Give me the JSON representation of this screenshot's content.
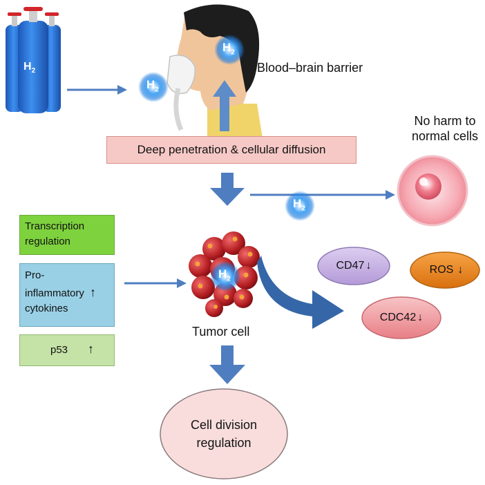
{
  "h2_symbol": "H",
  "h2_subscript": "2",
  "labels": {
    "blood_brain_barrier": "Blood–brain barrier",
    "deep_penetration": "Deep penetration & cellular diffusion",
    "no_harm_line1": "No harm to",
    "no_harm_line2": "normal cells",
    "tumor_cell": "Tumor cell",
    "cell_division_line1": "Cell division",
    "cell_division_line2": "regulation"
  },
  "left_boxes": {
    "transcription_line1": "Transcription",
    "transcription_line2": "regulation",
    "proinflammatory_line1": "Pro-",
    "proinflammatory_line2": "inflammatory",
    "proinflammatory_line3": "cytokines",
    "p53": "p53",
    "up_arrow": "↑"
  },
  "markers": {
    "cd47": "CD47",
    "ros": "ROS",
    "cdc42": "CDC42",
    "down_arrow": "↓"
  },
  "colors": {
    "arrow_blue": "#4f7ec0",
    "h2_glow": "#2f8fe6",
    "cylinder": "#2a6fd6",
    "cd47": "#c9b6e4",
    "ros": "#f08a1e",
    "cdc42": "#f0a0a4",
    "cell_division": "#f9dddd"
  }
}
